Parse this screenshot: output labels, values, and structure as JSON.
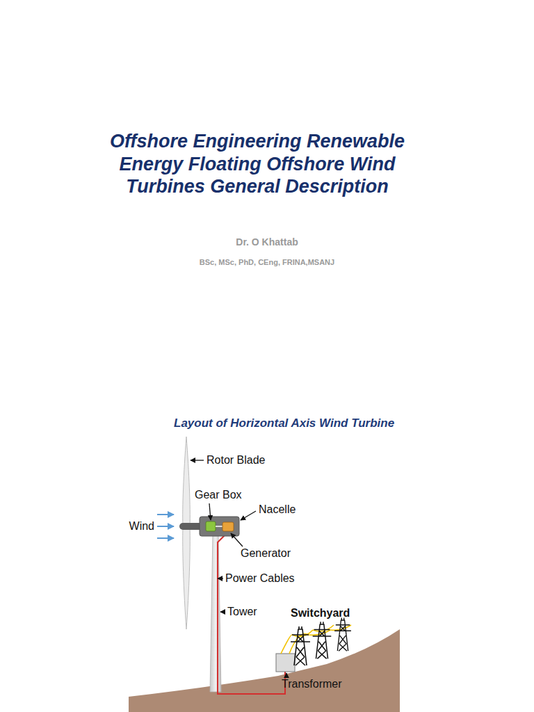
{
  "diagram": {
    "title": "Offshore Engineering Renewable Energy Floating Offshore Wind Turbines General Description",
    "labels": [
      "Dr. O Khattab",
      "BSc, MSc, PhD, CEng, FRINA,MSANJ",
      "Layout of Horizontal Axis Wind Turbine",
      "Rotor Blade",
      "Gear Box",
      "Nacelle",
      "Wind",
      "Generator",
      "Power Cables",
      "Tower",
      "Switchyard",
      "Transformer"
    ]
  }
}
